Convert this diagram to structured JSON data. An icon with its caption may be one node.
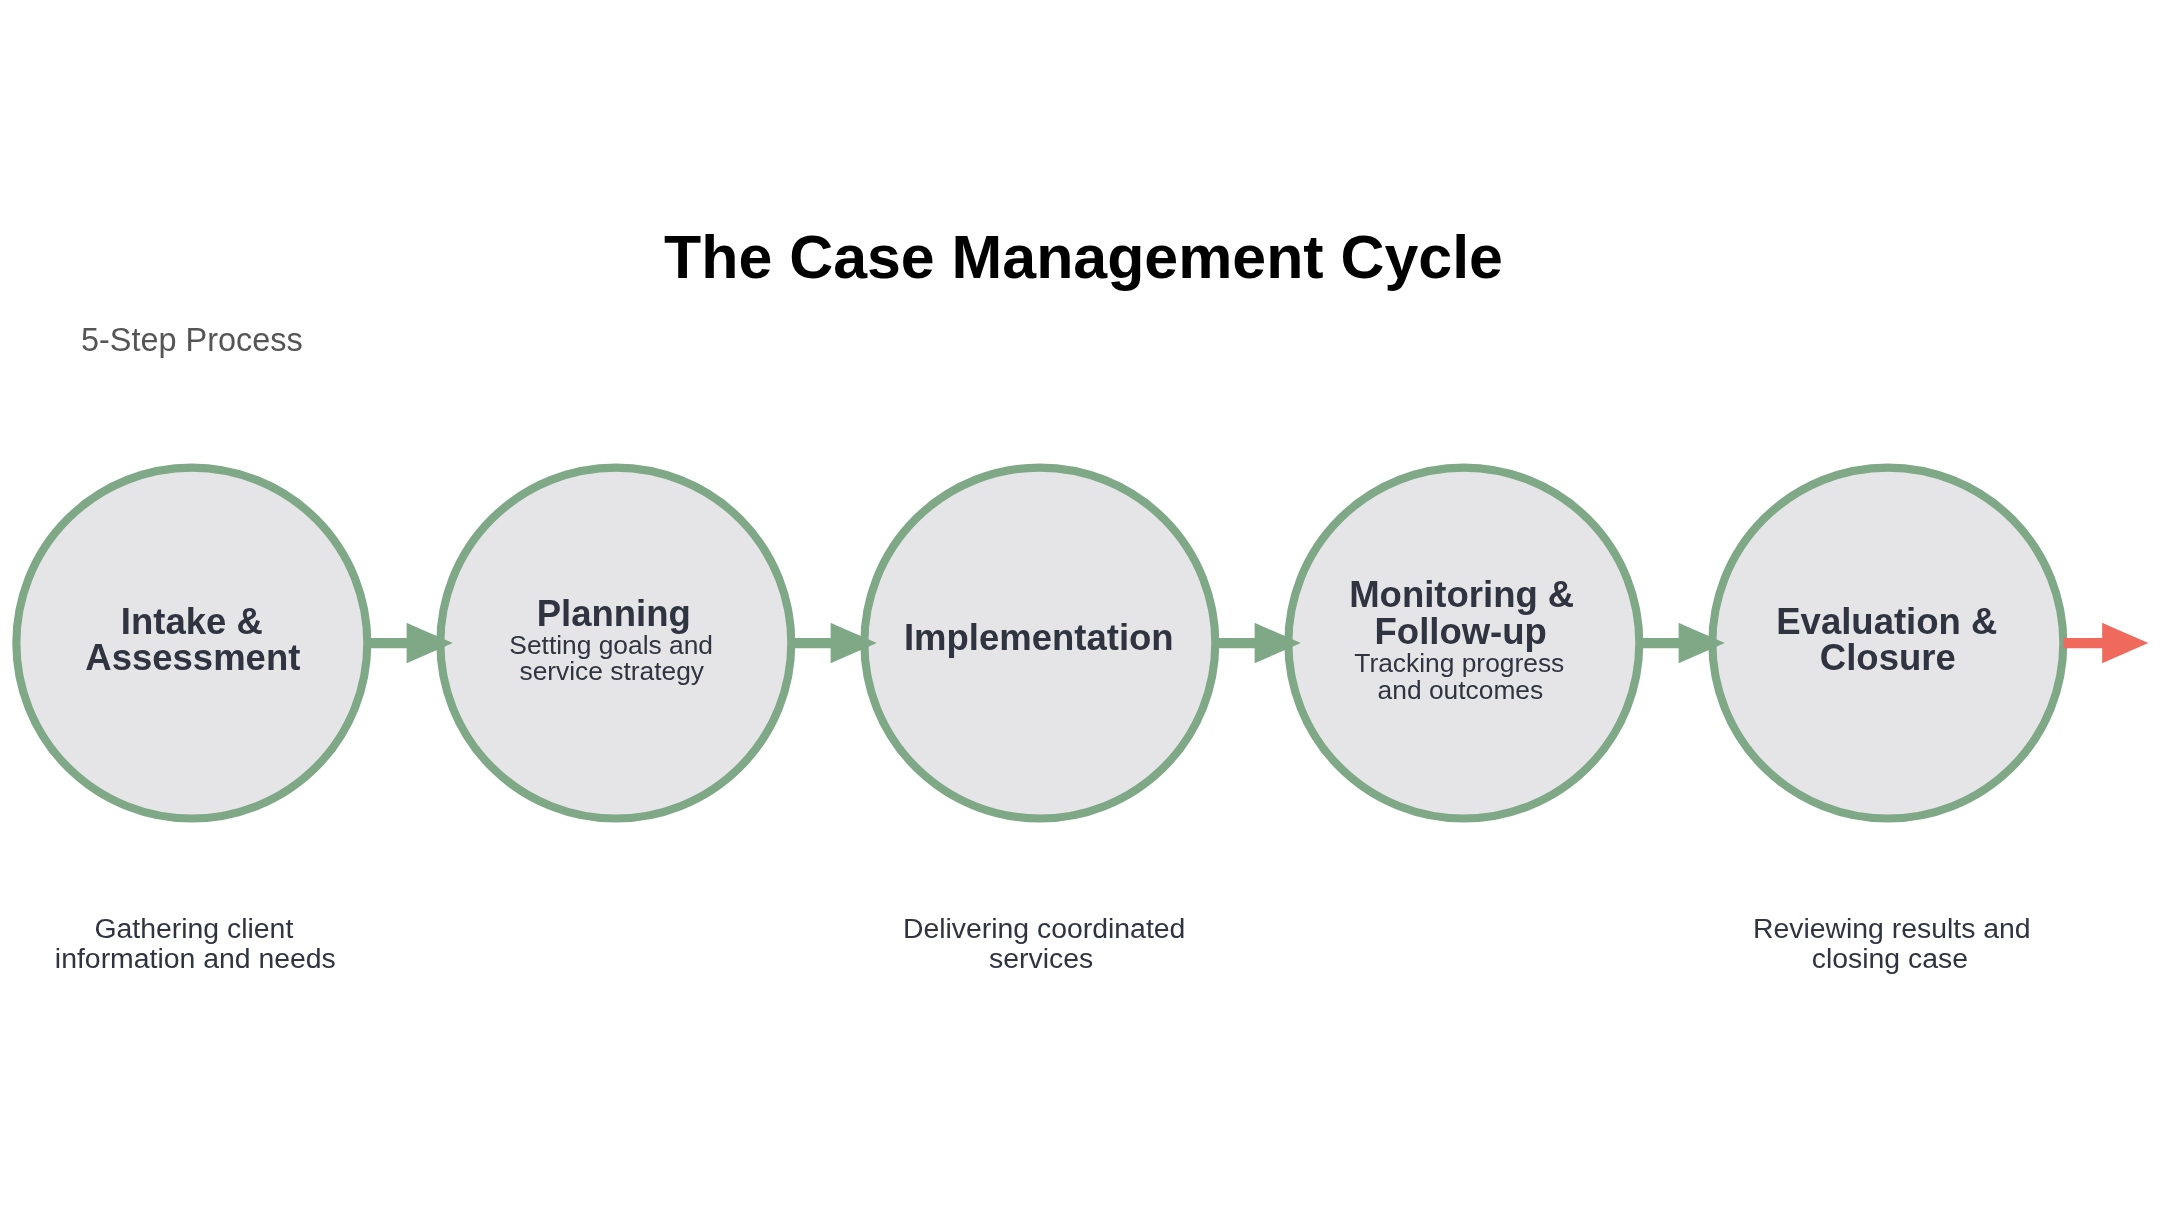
{
  "diagram": {
    "title": "The Case Management Cycle",
    "nodes": [
      {
        "text": [
          "Intake & Assessment"
        ],
        "beside": [
          "Gathering client information and needs"
        ]
      },
      {
        "text": [
          "Planning",
          "Setting goals and service strategy"
        ]
      },
      {
        "text": [
          "Implementation"
        ],
        "beside": [
          "Delivering coordinated services"
        ]
      },
      {
        "text": [
          "Monitoring & Follow-up",
          "Tracking progress and outcomes"
        ]
      },
      {
        "text": [
          "Evaluation & Closure"
        ],
        "beside": [
          "Reviewing results and closing case"
        ]
      }
    ],
    "edges": [
      {
        "from": 0,
        "to": 1,
        "arrow": "to"
      },
      {
        "from": 1,
        "to": 2,
        "arrow": "to"
      },
      {
        "from": 2,
        "to": 3,
        "arrow": "to"
      },
      {
        "from": 3,
        "to": 4,
        "arrow": "to"
      },
      {
        "from": 4,
        "to": null,
        "arrow": "to",
        "color": "#ef6a5c"
      }
    ],
    "labels": [
      "5-Step Process"
    ]
  }
}
